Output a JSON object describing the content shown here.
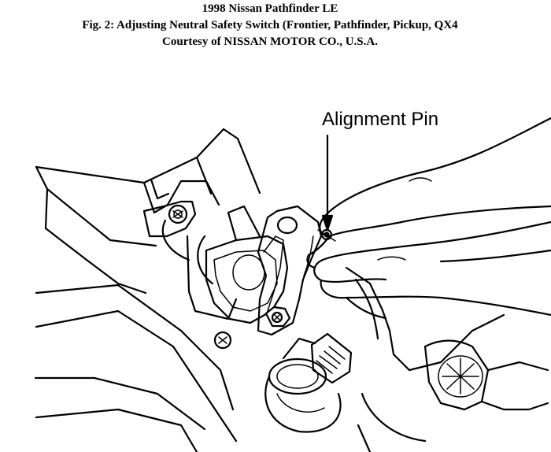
{
  "header": {
    "line1": "1998 Nissan Pathfinder LE",
    "line2": "Fig. 2: Adjusting Neutral Safety Switch (Frontier, Pathfinder, Pickup, QX4",
    "line3": "Courtesy of NISSAN MOTOR CO., U.S.A."
  },
  "figure": {
    "callouts": {
      "alignment_pin": "Alignment Pin"
    }
  }
}
